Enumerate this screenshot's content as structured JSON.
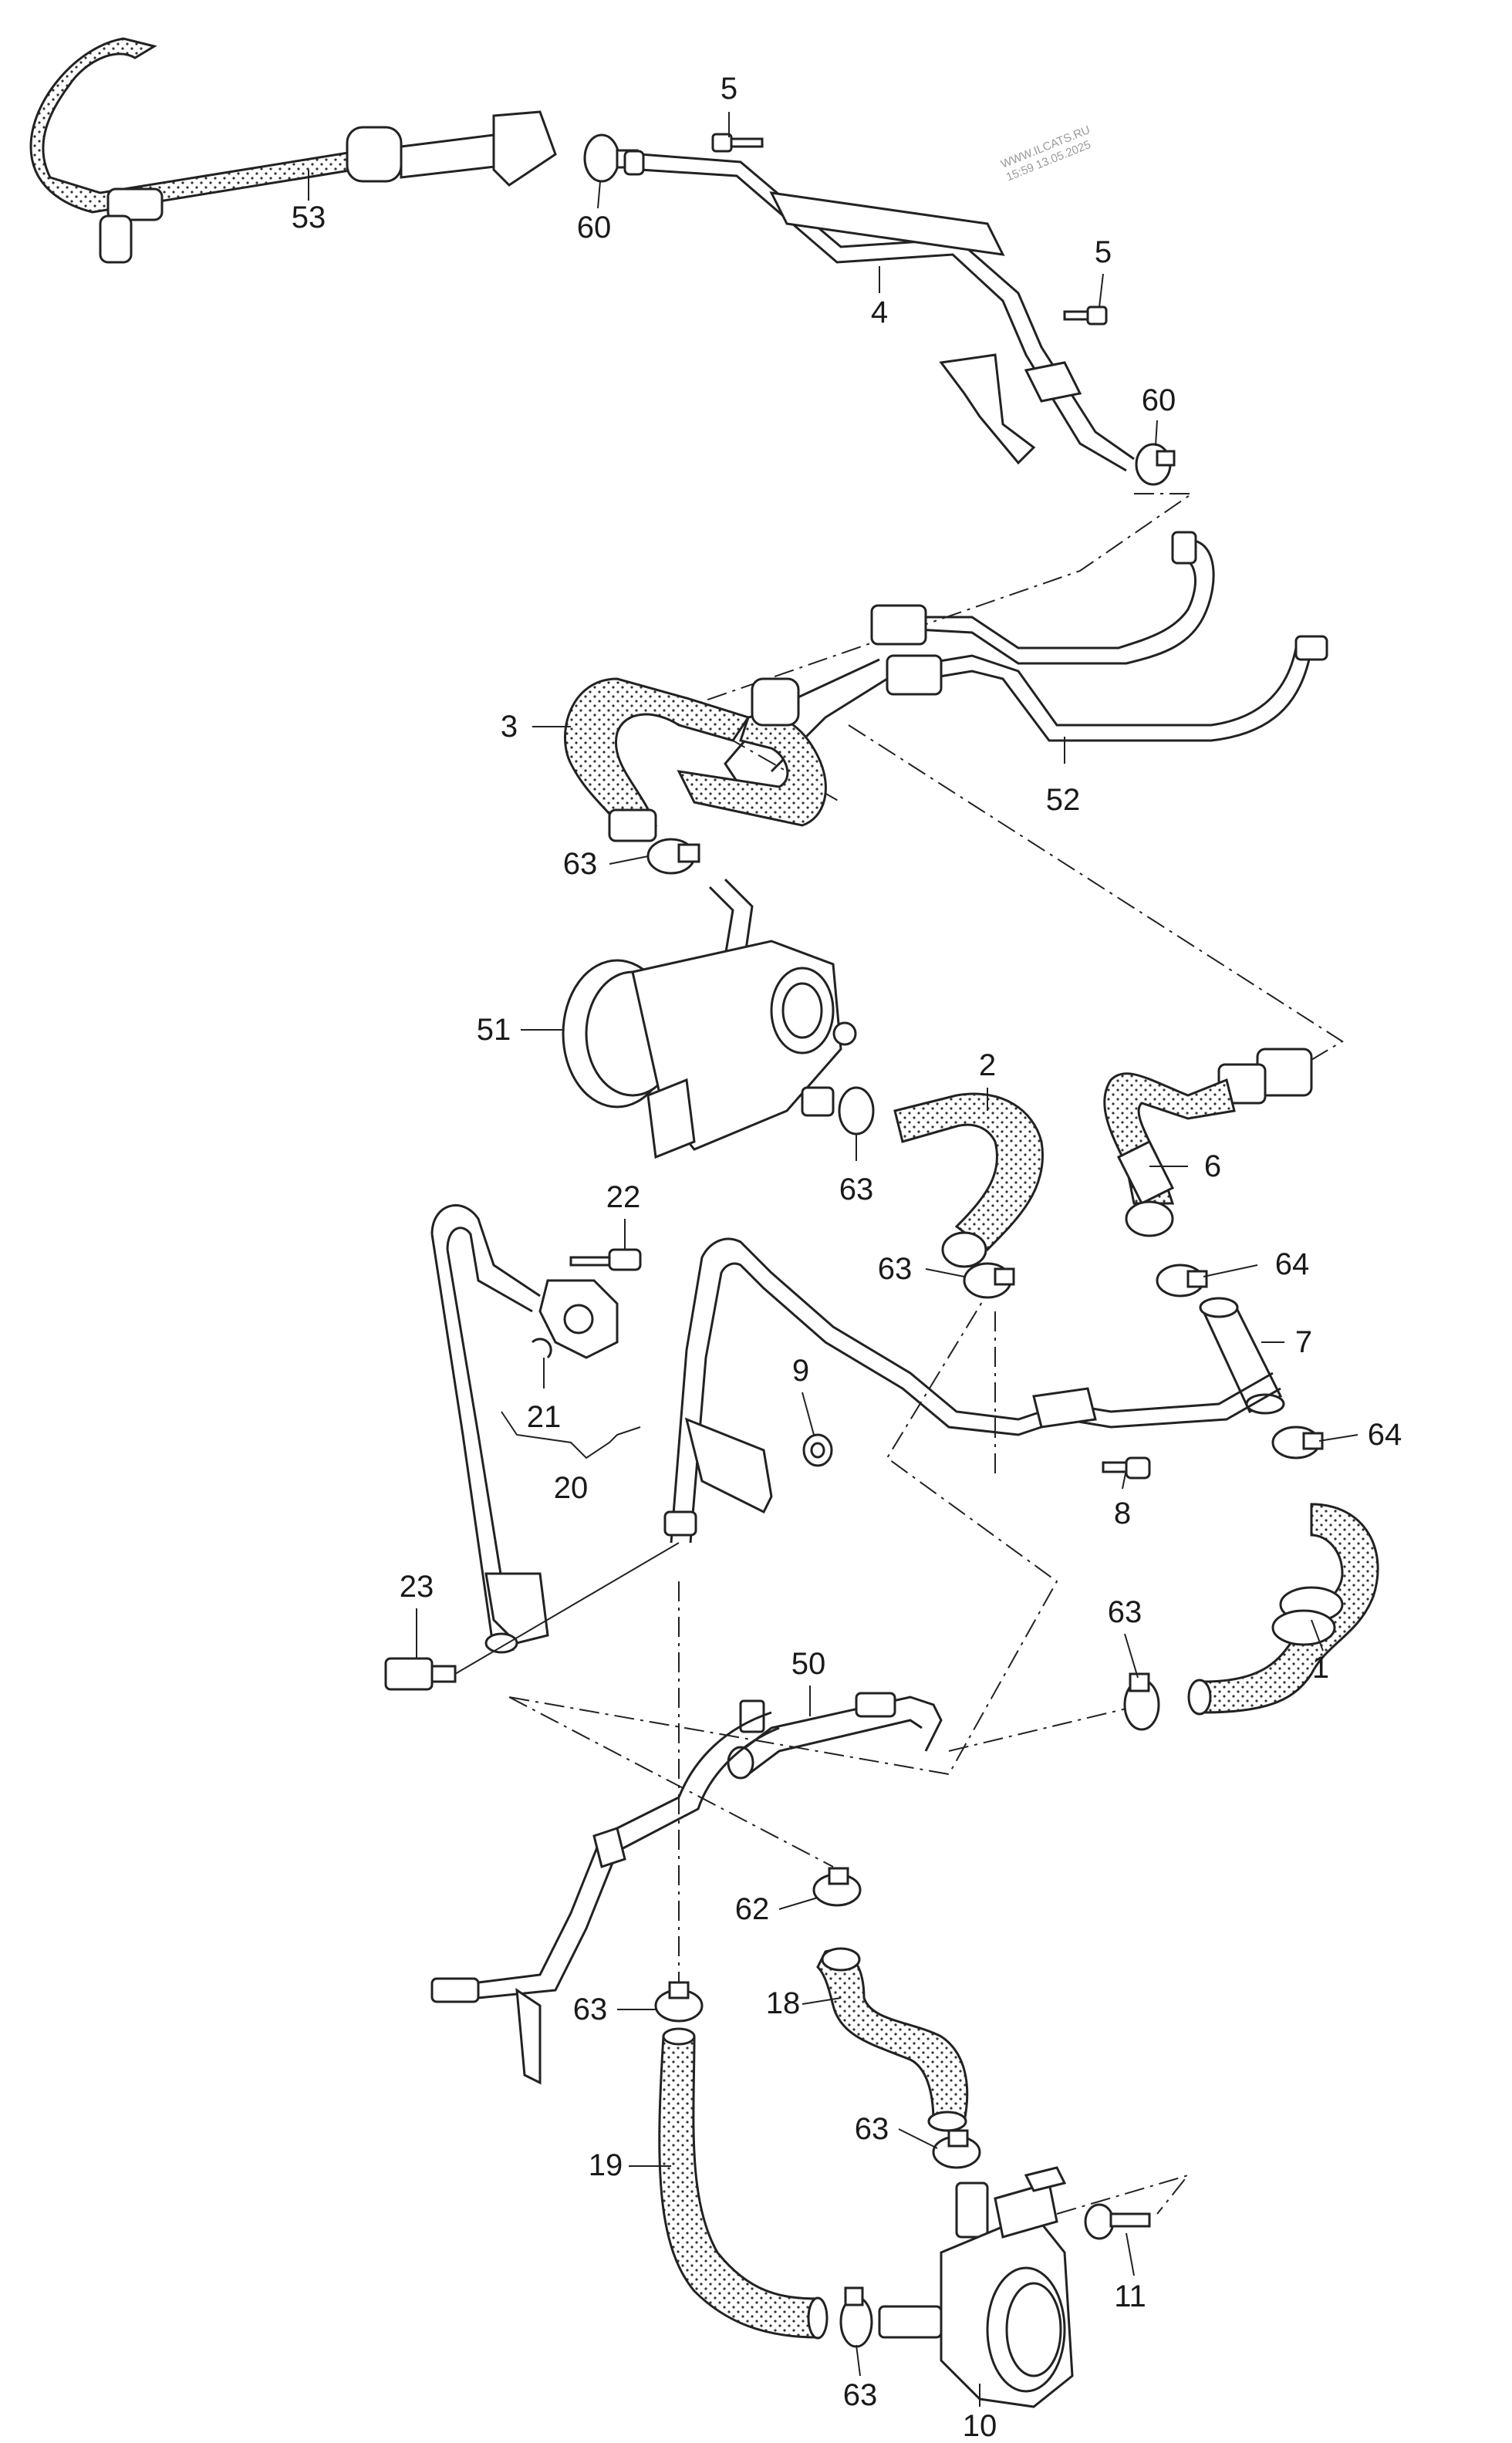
{
  "watermark": {
    "line1": "WWW.ILCATS.RU",
    "line2": "15:59 13.05.2025"
  },
  "callouts": [
    {
      "id": "c53",
      "text": "53"
    },
    {
      "id": "c5a",
      "text": "5"
    },
    {
      "id": "c60a",
      "text": "60"
    },
    {
      "id": "c4",
      "text": "4"
    },
    {
      "id": "c5b",
      "text": "5"
    },
    {
      "id": "c60b",
      "text": "60"
    },
    {
      "id": "c3",
      "text": "3"
    },
    {
      "id": "c52",
      "text": "52"
    },
    {
      "id": "c63a",
      "text": "63"
    },
    {
      "id": "c51",
      "text": "51"
    },
    {
      "id": "c2",
      "text": "2"
    },
    {
      "id": "c63b",
      "text": "63"
    },
    {
      "id": "c6",
      "text": "6"
    },
    {
      "id": "c22",
      "text": "22"
    },
    {
      "id": "c63c",
      "text": "63"
    },
    {
      "id": "c64a",
      "text": "64"
    },
    {
      "id": "c7",
      "text": "7"
    },
    {
      "id": "c9",
      "text": "9"
    },
    {
      "id": "c21",
      "text": "21"
    },
    {
      "id": "c64b",
      "text": "64"
    },
    {
      "id": "c8",
      "text": "8"
    },
    {
      "id": "c20",
      "text": "20"
    },
    {
      "id": "c23",
      "text": "23"
    },
    {
      "id": "c63d",
      "text": "63"
    },
    {
      "id": "c50",
      "text": "50"
    },
    {
      "id": "c1",
      "text": "1"
    },
    {
      "id": "c62",
      "text": "62"
    },
    {
      "id": "c63e",
      "text": "63"
    },
    {
      "id": "c18",
      "text": "18"
    },
    {
      "id": "c63f",
      "text": "63"
    },
    {
      "id": "c19",
      "text": "19"
    },
    {
      "id": "c11",
      "text": "11"
    },
    {
      "id": "c63g",
      "text": "63"
    },
    {
      "id": "c10",
      "text": "10"
    }
  ]
}
